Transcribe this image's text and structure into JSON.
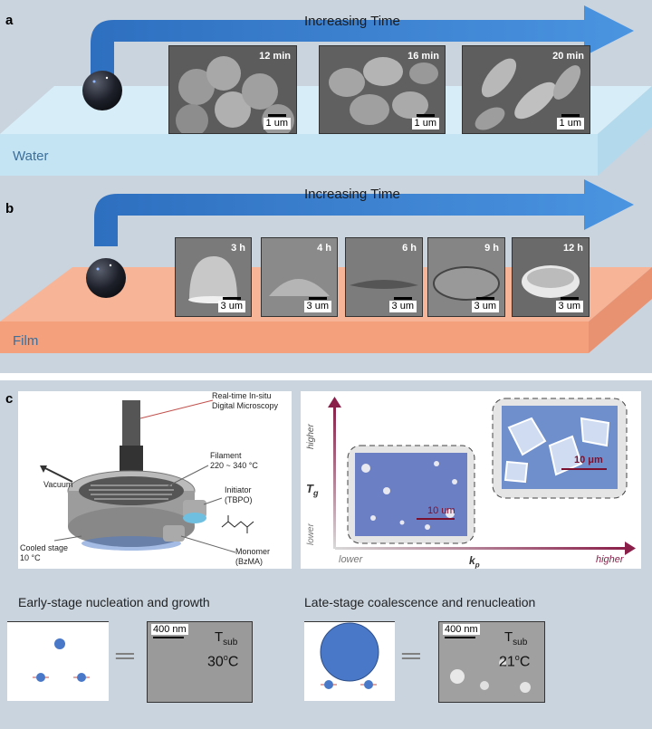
{
  "panel_a": {
    "letter": "a",
    "arrow_label": "Increasing Time",
    "slab_label": "Water",
    "images": [
      {
        "time": "12 min",
        "scale": "1 um"
      },
      {
        "time": "16 min",
        "scale": "1 um"
      },
      {
        "time": "20 min",
        "scale": "1 um"
      }
    ]
  },
  "panel_b": {
    "letter": "b",
    "arrow_label": "Increasing Time",
    "slab_label": "Film",
    "images": [
      {
        "time": "3 h",
        "scale": "3 um"
      },
      {
        "time": "4 h",
        "scale": "3 um"
      },
      {
        "time": "6 h",
        "scale": "3 um"
      },
      {
        "time": "9 h",
        "scale": "3 um"
      },
      {
        "time": "12 h",
        "scale": "3 um"
      }
    ]
  },
  "panel_c": {
    "letter": "c",
    "reactor": {
      "microscopy": "Real-time In-situ\nDigital Microscopy",
      "filament": "Filament\n220 ~ 340 °C",
      "initiator": "Initiator\n(TBPO)",
      "vacuum": "Vacuum",
      "cooled_stage": "Cooled stage\n10 °C",
      "monomer": "Monomer\n(BzMA)"
    },
    "plot": {
      "y_axis": "T",
      "y_axis_sub": "g",
      "y_high": "higher",
      "y_low": "lower",
      "x_axis": "k",
      "x_axis_sub": "p",
      "x_low": "lower",
      "x_high": "higher",
      "inset_low_scale": "10 um",
      "inset_high_scale": "10 μm"
    },
    "early": {
      "title": "Early-stage nucleation and growth",
      "scale": "400 nm",
      "tsub": "T",
      "tsub_sub": "sub",
      "temp": "30",
      "temp_sup": "o",
      "temp_unit": "C"
    },
    "late": {
      "title": "Late-stage coalescence and renucleation",
      "scale": "400 nm",
      "tsub": "T",
      "tsub_sub": "sub",
      "temp": "21",
      "temp_sup": "o",
      "temp_unit": "C"
    }
  },
  "colors": {
    "arrow": "#3a86d4",
    "water_slab": "#cde8f4",
    "film_slab": "#f5ab8a",
    "droplet": "#4a78c8",
    "axis_gradient_end": "#8a1f4a"
  }
}
